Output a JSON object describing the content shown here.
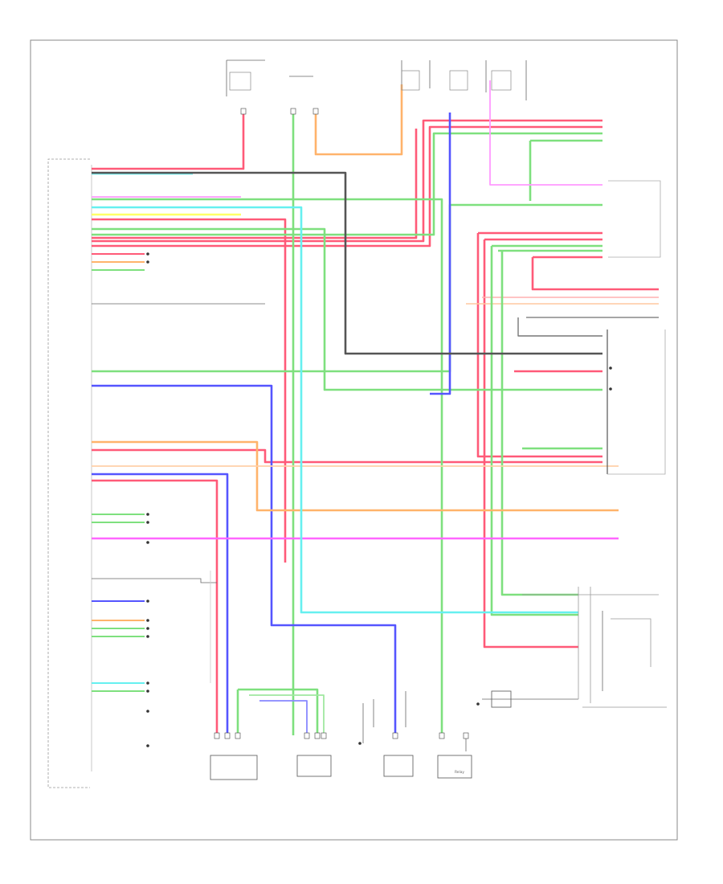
{
  "footer_code": "",
  "modules": [
    {
      "id": "ac_amp",
      "caption": ""
    },
    {
      "id": "solar_sensor",
      "caption": ""
    },
    {
      "id": "ambient_sensor",
      "caption": ""
    },
    {
      "id": "blower_module",
      "caption": ""
    },
    {
      "id": "relay_box",
      "caption": "Relay"
    },
    {
      "id": "in_vehicle_sensor",
      "caption": ""
    },
    {
      "id": "evaporator_sensor",
      "caption": ""
    },
    {
      "id": "door_actuator",
      "caption": ""
    },
    {
      "id": "compressor",
      "caption": ""
    },
    {
      "id": "mode_actuator",
      "caption": ""
    }
  ],
  "colors": {
    "pink": "#ff5a78",
    "green": "#7ee07e",
    "blue": "#5555ff",
    "orange": "#ffb36b",
    "magenta": "#ff66ff",
    "cyan": "#66f0f0",
    "gray": "#555555",
    "yellow": "#ffff66",
    "frame": "#777777"
  }
}
